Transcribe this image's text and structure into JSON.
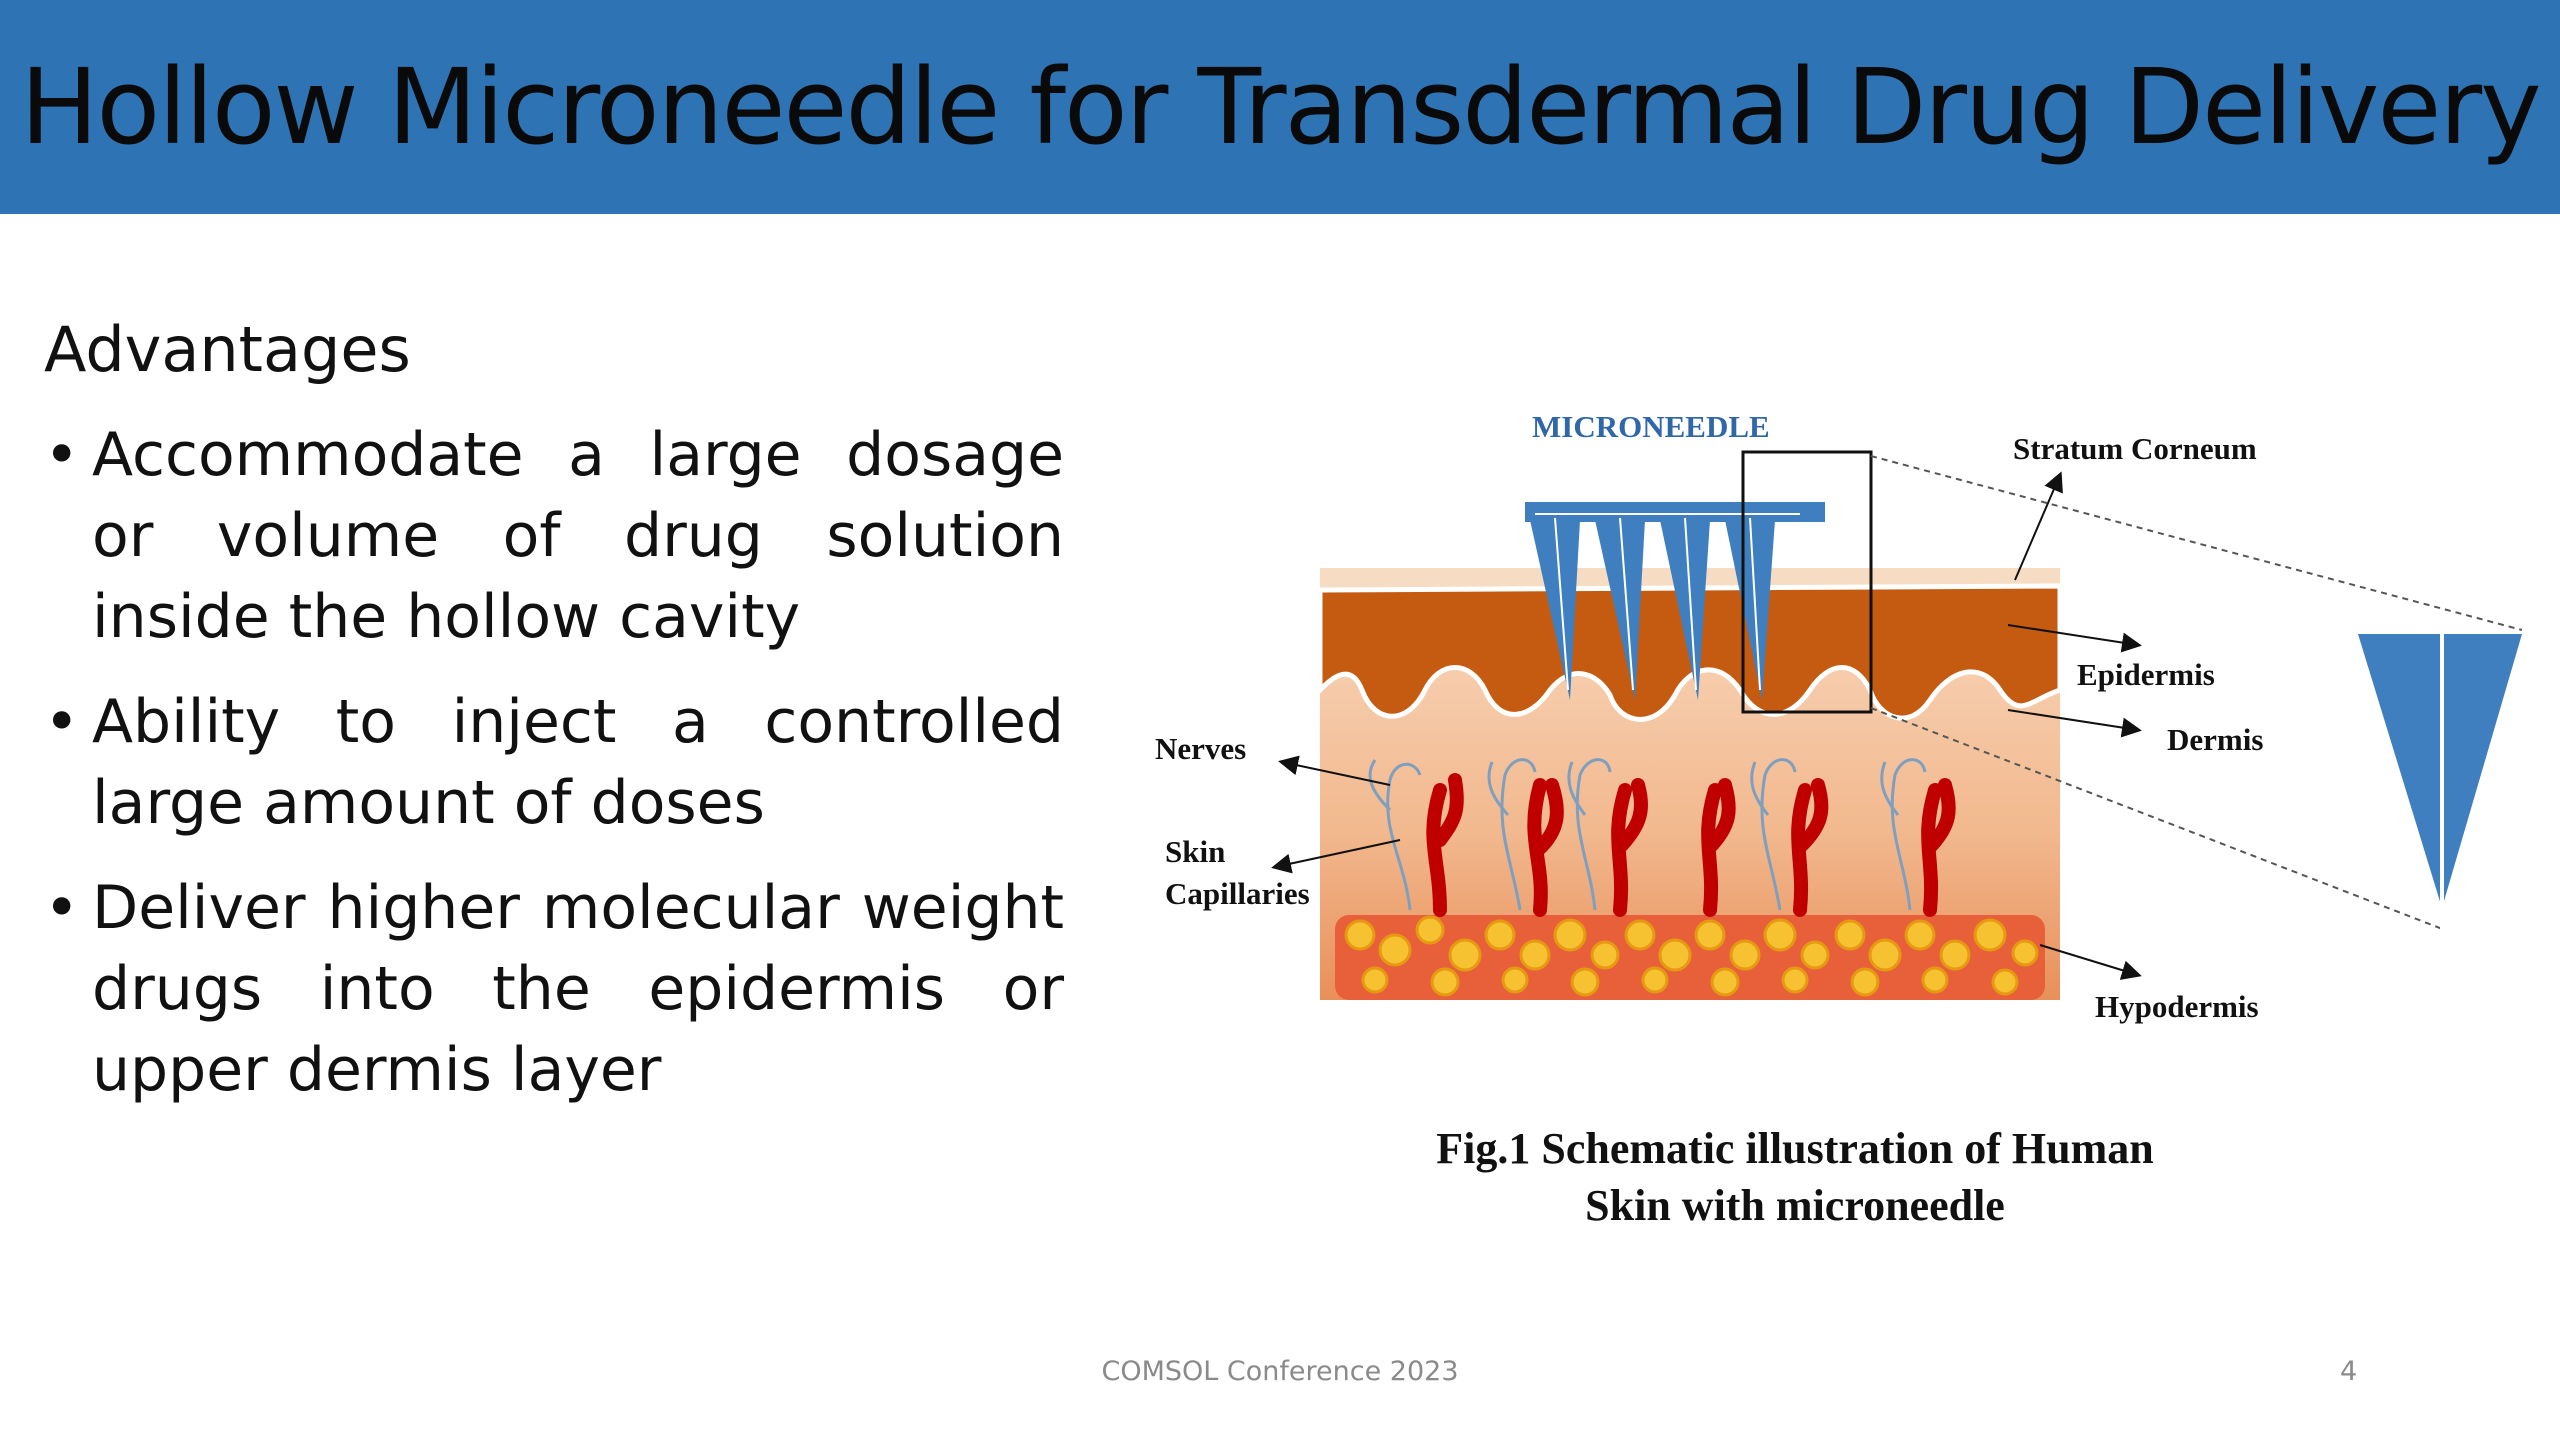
{
  "slide": {
    "title": "Hollow Microneedle for Transdermal Drug Delivery",
    "heading": "Advantages",
    "bullets": [
      "Accommodate a large dosage or volume of drug solution inside the hollow cavity",
      "Ability to inject a controlled large amount of doses",
      "Deliver higher molecular weight drugs into the epidermis or upper dermis layer"
    ],
    "bullet_glyph": "•"
  },
  "figure": {
    "labels": {
      "microneedle": "MICRONEEDLE",
      "stratum_corneum": "Stratum Corneum",
      "epidermis": "Epidermis",
      "dermis": "Dermis",
      "nerves": "Nerves",
      "skin_capillaries_line1": "Skin",
      "skin_capillaries_line2": "Capillaries",
      "hypodermis": "Hypodermis"
    },
    "caption_line1": "Fig.1 Schematic illustration of Human",
    "caption_line2": "Skin with microneedle",
    "colors": {
      "microneedle": "#3f7fbf",
      "microneedle_label": "#2f67a8",
      "epidermis": "#c55a11",
      "dermis": "#f2c9a6",
      "capillaries": "#c00000",
      "nerves": "#7f9fbf",
      "hypodermis": "#f0b020"
    }
  },
  "footer": {
    "text": "COMSOL Conference 2023",
    "page_number": "4"
  },
  "theme": {
    "title_bar": "#2e74b5",
    "background": "#ffffff"
  }
}
